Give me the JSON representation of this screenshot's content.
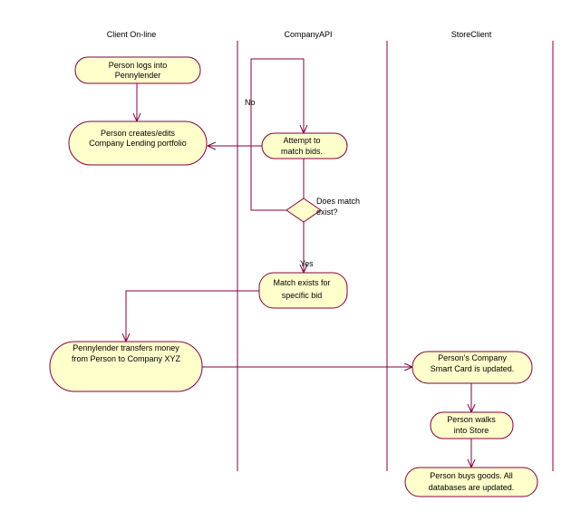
{
  "swimlanes": [
    {
      "label": "Client On-line"
    },
    {
      "label": "CompanyAPI"
    },
    {
      "label": "StoreClient"
    }
  ],
  "activities": [
    {
      "id": "login",
      "lines": [
        "Person logs into",
        "Pennylender"
      ]
    },
    {
      "id": "edit-portfolio",
      "lines": [
        "Person creates/edits",
        "Company Lending portfolio"
      ]
    },
    {
      "id": "match-bids",
      "lines": [
        "Attempt to",
        "match bids."
      ]
    },
    {
      "id": "match-exists",
      "lines": [
        "Match exists for",
        "specific bid"
      ]
    },
    {
      "id": "transfer",
      "lines": [
        "Pennylender transfers money",
        "from Person to Company XYZ"
      ]
    },
    {
      "id": "smart-card",
      "lines": [
        "Person's Company",
        "Smart Card is updated."
      ]
    },
    {
      "id": "walk-store",
      "lines": [
        "Person walks",
        "into Store"
      ]
    },
    {
      "id": "buy-goods",
      "lines": [
        "Person buys goods.  All",
        "databases are updated."
      ]
    }
  ],
  "decision": {
    "lines": [
      "Does match",
      "exist?"
    ]
  },
  "guards": {
    "no": "No",
    "yes": "Yes"
  },
  "colors": {
    "node_fill": "#ffffcc",
    "line": "#800040",
    "text": "#000000"
  }
}
